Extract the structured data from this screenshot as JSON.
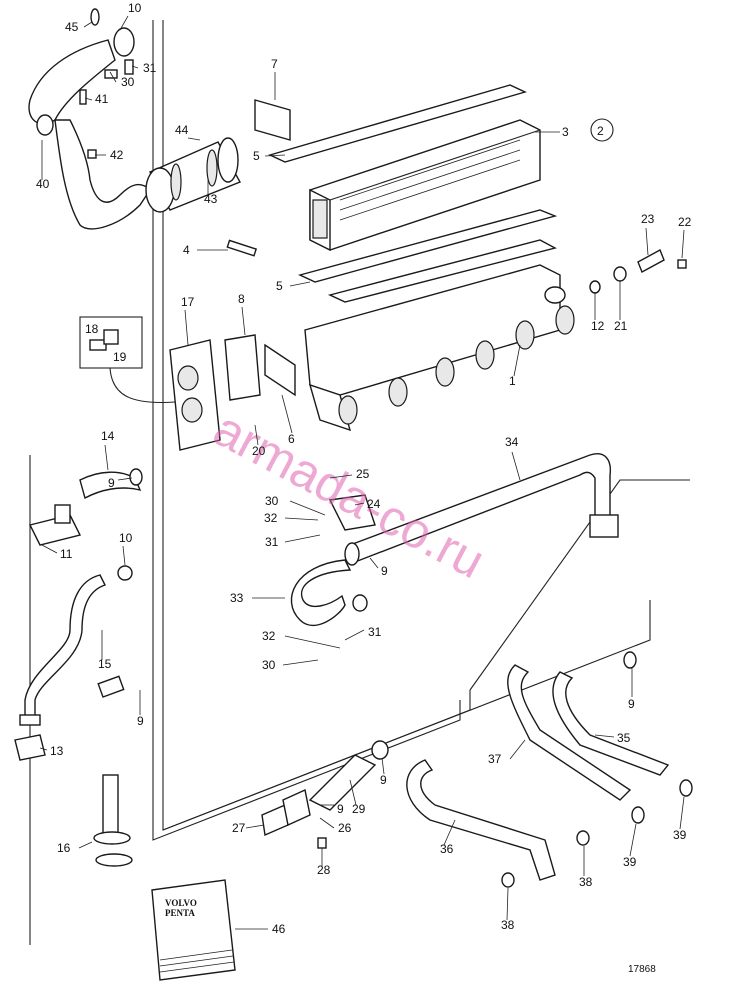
{
  "figure_number": "17868",
  "section_number": "2",
  "watermark": "armada-co.ru",
  "book_logo": [
    "VOLVO",
    "PENTA"
  ],
  "callouts": [
    "1",
    "3",
    "4",
    "5",
    "5",
    "6",
    "7",
    "8",
    "9",
    "9",
    "9",
    "9",
    "9",
    "9",
    "10",
    "10",
    "11",
    "12",
    "13",
    "14",
    "15",
    "16",
    "17",
    "18",
    "19",
    "20",
    "21",
    "22",
    "23",
    "24",
    "25",
    "26",
    "27",
    "28",
    "29",
    "30",
    "30",
    "30",
    "31",
    "31",
    "31",
    "32",
    "32",
    "33",
    "34",
    "35",
    "36",
    "37",
    "38",
    "38",
    "39",
    "39",
    "40",
    "41",
    "42",
    "43",
    "44",
    "45",
    "46"
  ]
}
